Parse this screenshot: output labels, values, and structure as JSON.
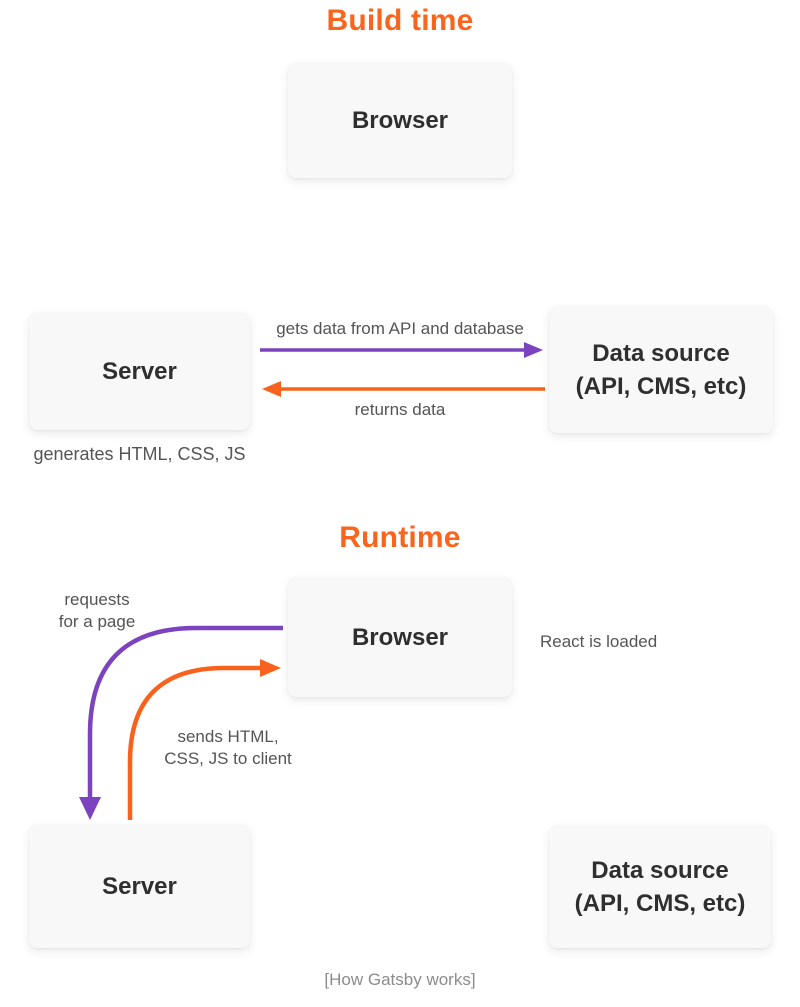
{
  "build": {
    "heading": "Build time",
    "browser": "Browser",
    "server": "Server",
    "datasource_line1": "Data source",
    "datasource_line2": "(API, CMS, etc)",
    "get_arrow_label": "gets data from API and database",
    "return_arrow_label": "returns data",
    "server_note": "generates HTML, CSS, JS"
  },
  "runtime": {
    "heading": "Runtime",
    "browser": "Browser",
    "server": "Server",
    "datasource_line1": "Data source",
    "datasource_line2": "(API, CMS, etc)",
    "request_line1": "requests",
    "request_line2": "for a page",
    "send_line1": "sends HTML,",
    "send_line2": "CSS, JS to client",
    "react_note": "React is loaded"
  },
  "caption": "[How Gatsby works]",
  "colors": {
    "accent_orange": "#F9621C",
    "accent_purple": "#7B44BE",
    "box_background": "#F8F8F8",
    "box_text": "#2F2F2F",
    "label_text": "#545454",
    "caption_text": "#8C8C8C"
  }
}
